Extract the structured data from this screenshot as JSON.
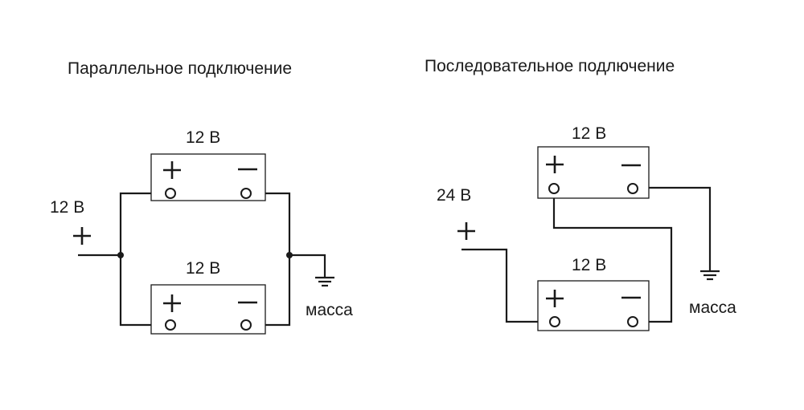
{
  "parallel": {
    "title": "Параллельное подключение",
    "battery_top_label": "12 В",
    "battery_bottom_label": "12 В",
    "input_voltage_label": "12 В",
    "input_plus": "+",
    "ground_label": "масса"
  },
  "series": {
    "title": "Последовательное подлючение",
    "battery_top_label": "12 В",
    "battery_bottom_label": "12 В",
    "input_voltage_label": "24 В",
    "input_plus": "+",
    "ground_label": "масса"
  },
  "colors": {
    "line": "#1a1a1a",
    "background": "#ffffff"
  }
}
